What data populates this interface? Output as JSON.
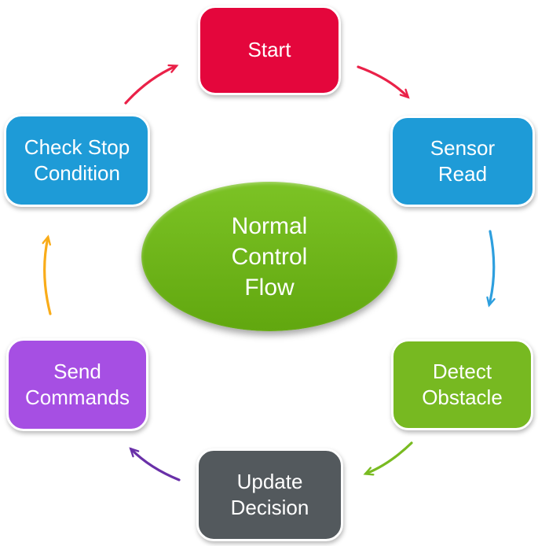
{
  "center_ellipse": {
    "label": "Normal\nControl\nFlow",
    "fill_top": "#7CC325",
    "fill_bottom": "#61A70F",
    "text_color": "#FFFFFF"
  },
  "nodes": [
    {
      "id": "start",
      "label": "Start",
      "color": "#E4063C",
      "position": "top"
    },
    {
      "id": "sensor-read",
      "label": "Sensor\nRead",
      "color": "#1E9BD7",
      "position": "top-right"
    },
    {
      "id": "detect-obstacle",
      "label": "Detect\nObstacle",
      "color": "#77B921",
      "position": "bottom-right"
    },
    {
      "id": "update-decision",
      "label": "Update\nDecision",
      "color": "#53595D",
      "position": "bottom"
    },
    {
      "id": "send-commands",
      "label": "Send\nCommands",
      "color": "#A64FE3",
      "position": "bottom-left"
    },
    {
      "id": "check-stop",
      "label": "Check Stop\nCondition",
      "color": "#1E9BD7",
      "position": "top-left"
    }
  ],
  "arrows": [
    {
      "from": "check-stop",
      "to": "start",
      "color": "#EA2148"
    },
    {
      "from": "start",
      "to": "sensor-read",
      "color": "#EA2148"
    },
    {
      "from": "sensor-read",
      "to": "detect-obstacle",
      "color": "#2E9FDE"
    },
    {
      "from": "detect-obstacle",
      "to": "update-decision",
      "color": "#79BB21"
    },
    {
      "from": "update-decision",
      "to": "send-commands",
      "color": "#6930A8"
    },
    {
      "from": "send-commands",
      "to": "check-stop",
      "color": "#F9AC19"
    }
  ]
}
